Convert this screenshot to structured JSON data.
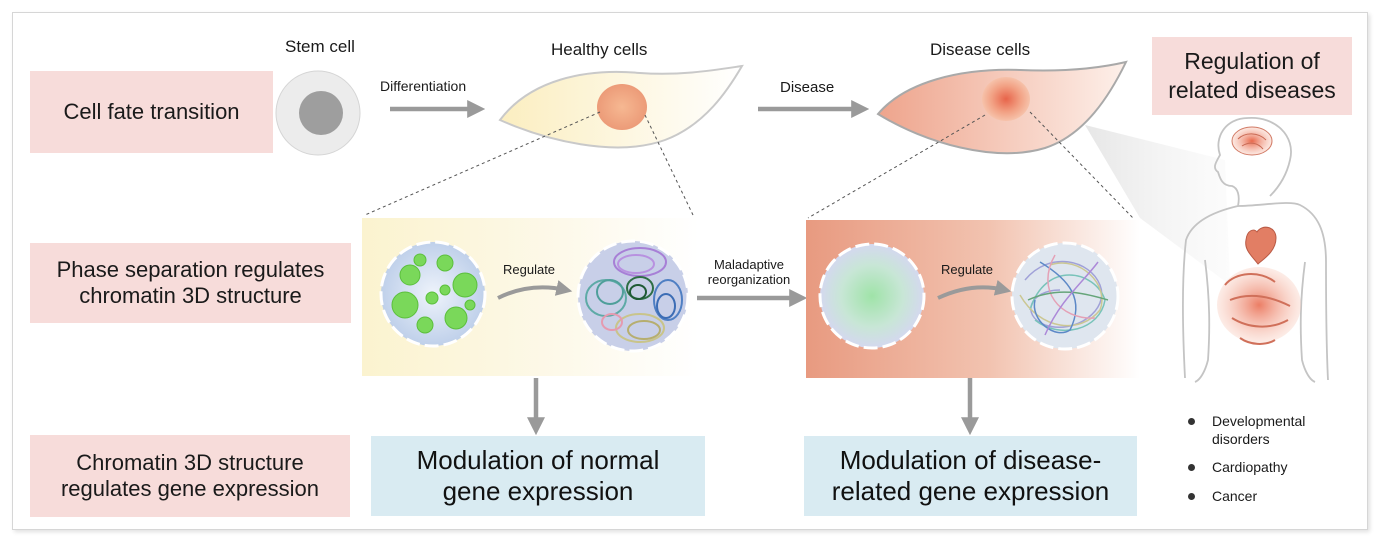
{
  "row_labels": {
    "cell_fate": "Cell fate transition",
    "phase_line1": "Phase separation regulates",
    "phase_line2": "chromatin 3D structure",
    "chromatin_line1": "Chromatin 3D structure",
    "chromatin_line2": "regulates gene expression"
  },
  "cells": {
    "stem": "Stem cell",
    "healthy": "Healthy cells",
    "disease": "Disease cells"
  },
  "arrows": {
    "differentiation": "Differentiation",
    "disease": "Disease",
    "regulate_left": "Regulate",
    "regulate_right": "Regulate",
    "maladaptive_line1": "Maladaptive",
    "maladaptive_line2": "reorganization"
  },
  "outcomes": {
    "normal_line1": "Modulation of normal",
    "normal_line2": "gene expression",
    "disease_line1": "Modulation of disease-",
    "disease_line2": "related gene expression"
  },
  "diseases": {
    "title_line1": "Regulation of",
    "title_line2": "related diseases",
    "items": [
      "Developmental",
      "disorders",
      "Cardiopathy",
      "Cancer"
    ]
  }
}
